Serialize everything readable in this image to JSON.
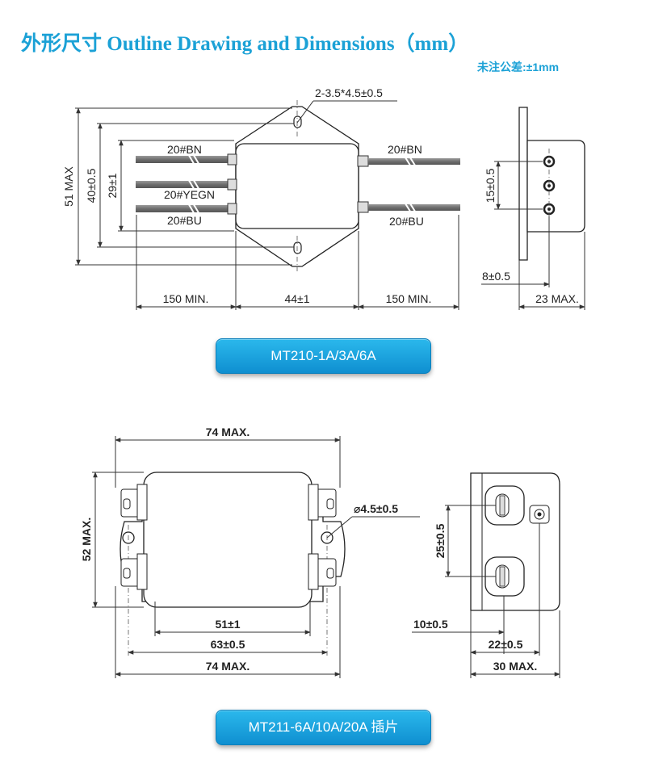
{
  "header": {
    "title": "外形尺寸 Outline Drawing and Dimensions（mm）",
    "tolerance": "未注公差:±1mm"
  },
  "mt210": {
    "model": "MT210-1A/3A/6A",
    "hole_label": "2-3.5*4.5±0.5",
    "wire_left_top": "20#BN",
    "wire_left_mid": "20#YEGN",
    "wire_left_bot": "20#BU",
    "wire_right_top": "20#BN",
    "wire_right_bot": "20#BU",
    "dim_51": "51 MAX",
    "dim_40": "40±0.5",
    "dim_29": "29±1",
    "dim_150_left": "150 MIN.",
    "dim_44": "44±1",
    "dim_150_right": "150 MIN.",
    "dim_15": "15±0.5",
    "dim_8": "8±0.5",
    "dim_23": "23 MAX."
  },
  "mt211": {
    "model": "MT211-6A/10A/20A 插片",
    "dim_74_top": "74 MAX.",
    "dim_52": "52 MAX.",
    "dim_hole": "⌀4.5±0.5",
    "dim_51": "51±1",
    "dim_63": "63±0.5",
    "dim_74_bottom": "74 MAX.",
    "dim_25": "25±0.5",
    "dim_10": "10±0.5",
    "dim_22": "22±0.5",
    "dim_30": "30 MAX."
  }
}
